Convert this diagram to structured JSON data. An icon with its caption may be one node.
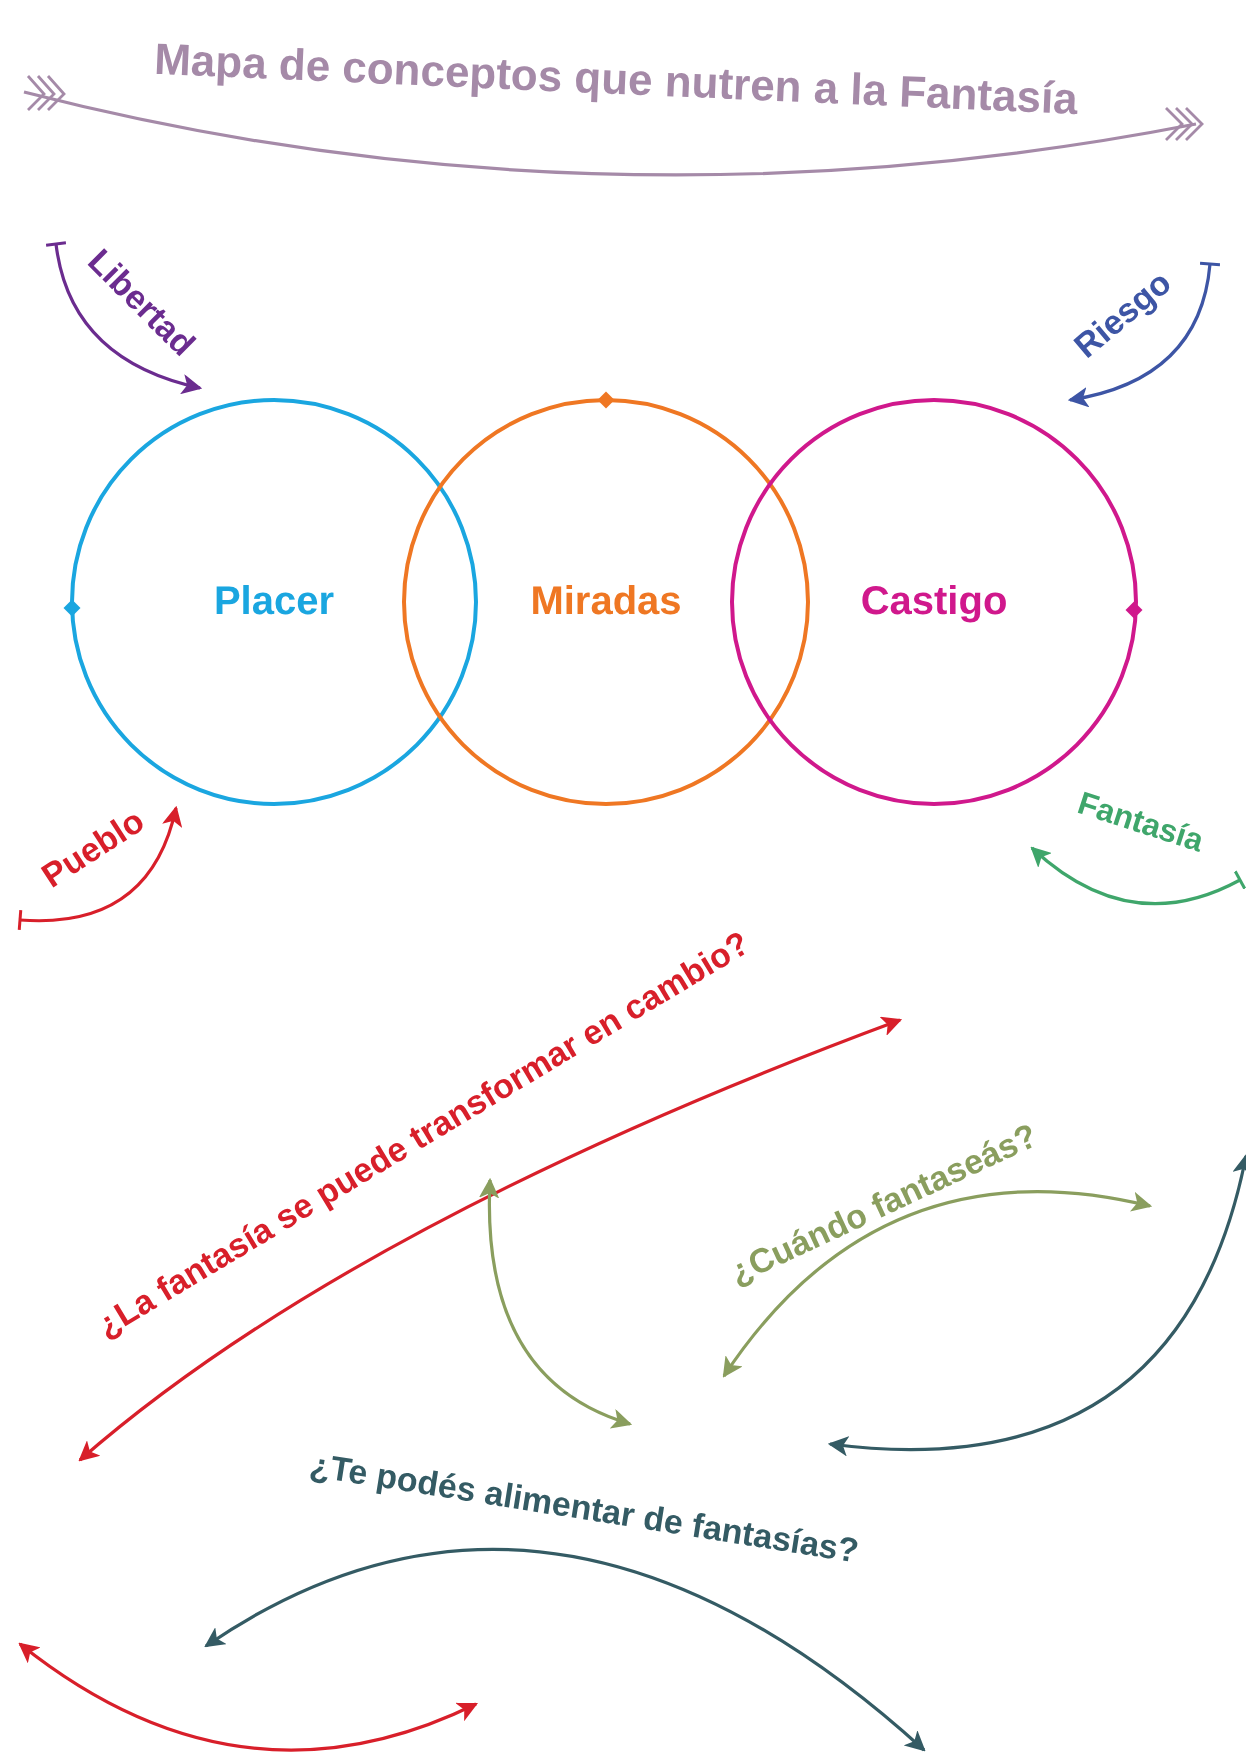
{
  "diagram": {
    "title": "Mapa de conceptos que nutren a la Fantasía",
    "nodes": [
      {
        "text": [
          "Placer"
        ]
      },
      {
        "text": [
          "Miradas"
        ]
      },
      {
        "text": [
          "Castigo"
        ]
      }
    ],
    "labels": [
      "Libertad",
      "Riesgo",
      "Pueblo",
      "Fantasía",
      "¿La fantasía se puede transformar en cambio?",
      "¿Cuándo fantaseás?",
      "¿Te podés alimentar de fantasías?"
    ]
  }
}
